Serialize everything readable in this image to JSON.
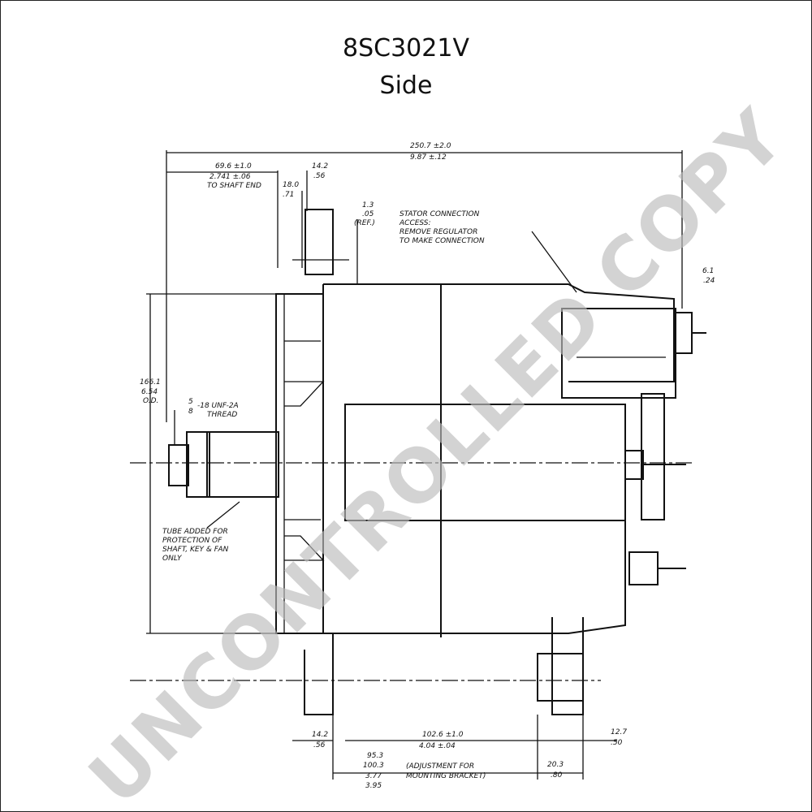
{
  "title": "8SC3021V",
  "subtitle": "Side",
  "watermark": "UNCONTROLLED COPY",
  "dimensions": {
    "overall_length": "250.7 ±2.0",
    "overall_length_in": "9.87 ±.12",
    "shaft_end": "69.6 ±1.0",
    "shaft_end_in": "2.741 ±.06",
    "shaft_end_note": "TO SHAFT END",
    "flange_width": "14.2",
    "flange_width_in": ".56",
    "pulley_gap": "18.0",
    "pulley_gap_in": ".71",
    "thread_gap": "1.3",
    "thread_gap_in": ".05",
    "thread_gap_ref": "(REF.)",
    "top_right_offset": "6.1",
    "top_right_offset_in": ".24",
    "body_diameter": "166.1",
    "body_diameter_in": "6.54",
    "body_diameter_note": "O.D.",
    "thread_spec_fraction_top": "5",
    "thread_spec_fraction_bottom": "8",
    "thread_spec": "-18 UNF-2A",
    "thread_spec_note": "THREAD",
    "bottom_flange": "14.2",
    "bottom_flange_in": ".56",
    "bracket_span": "102.6 ±1.0",
    "bracket_span_in": "4.04 ±.04",
    "bottom_right_offset": "12.7",
    "bottom_right_offset_in": ".50",
    "mount_1": "95.3",
    "mount_2": "100.3",
    "mount_3": "3.77",
    "mount_4": "3.95",
    "mount_note_1": "(ADJUSTMENT FOR",
    "mount_note_2": "MOUNTING BRACKET)",
    "bracket_width": "20.3",
    "bracket_width_in": ".80"
  },
  "notes": {
    "stator_1": "STATOR CONNECTION",
    "stator_2": "ACCESS:",
    "stator_3": "REMOVE REGULATOR",
    "stator_4": "TO MAKE CONNECTION",
    "tube_1": "TUBE ADDED FOR",
    "tube_2": "PROTECTION OF",
    "tube_3": "SHAFT, KEY & FAN",
    "tube_4": "ONLY"
  }
}
